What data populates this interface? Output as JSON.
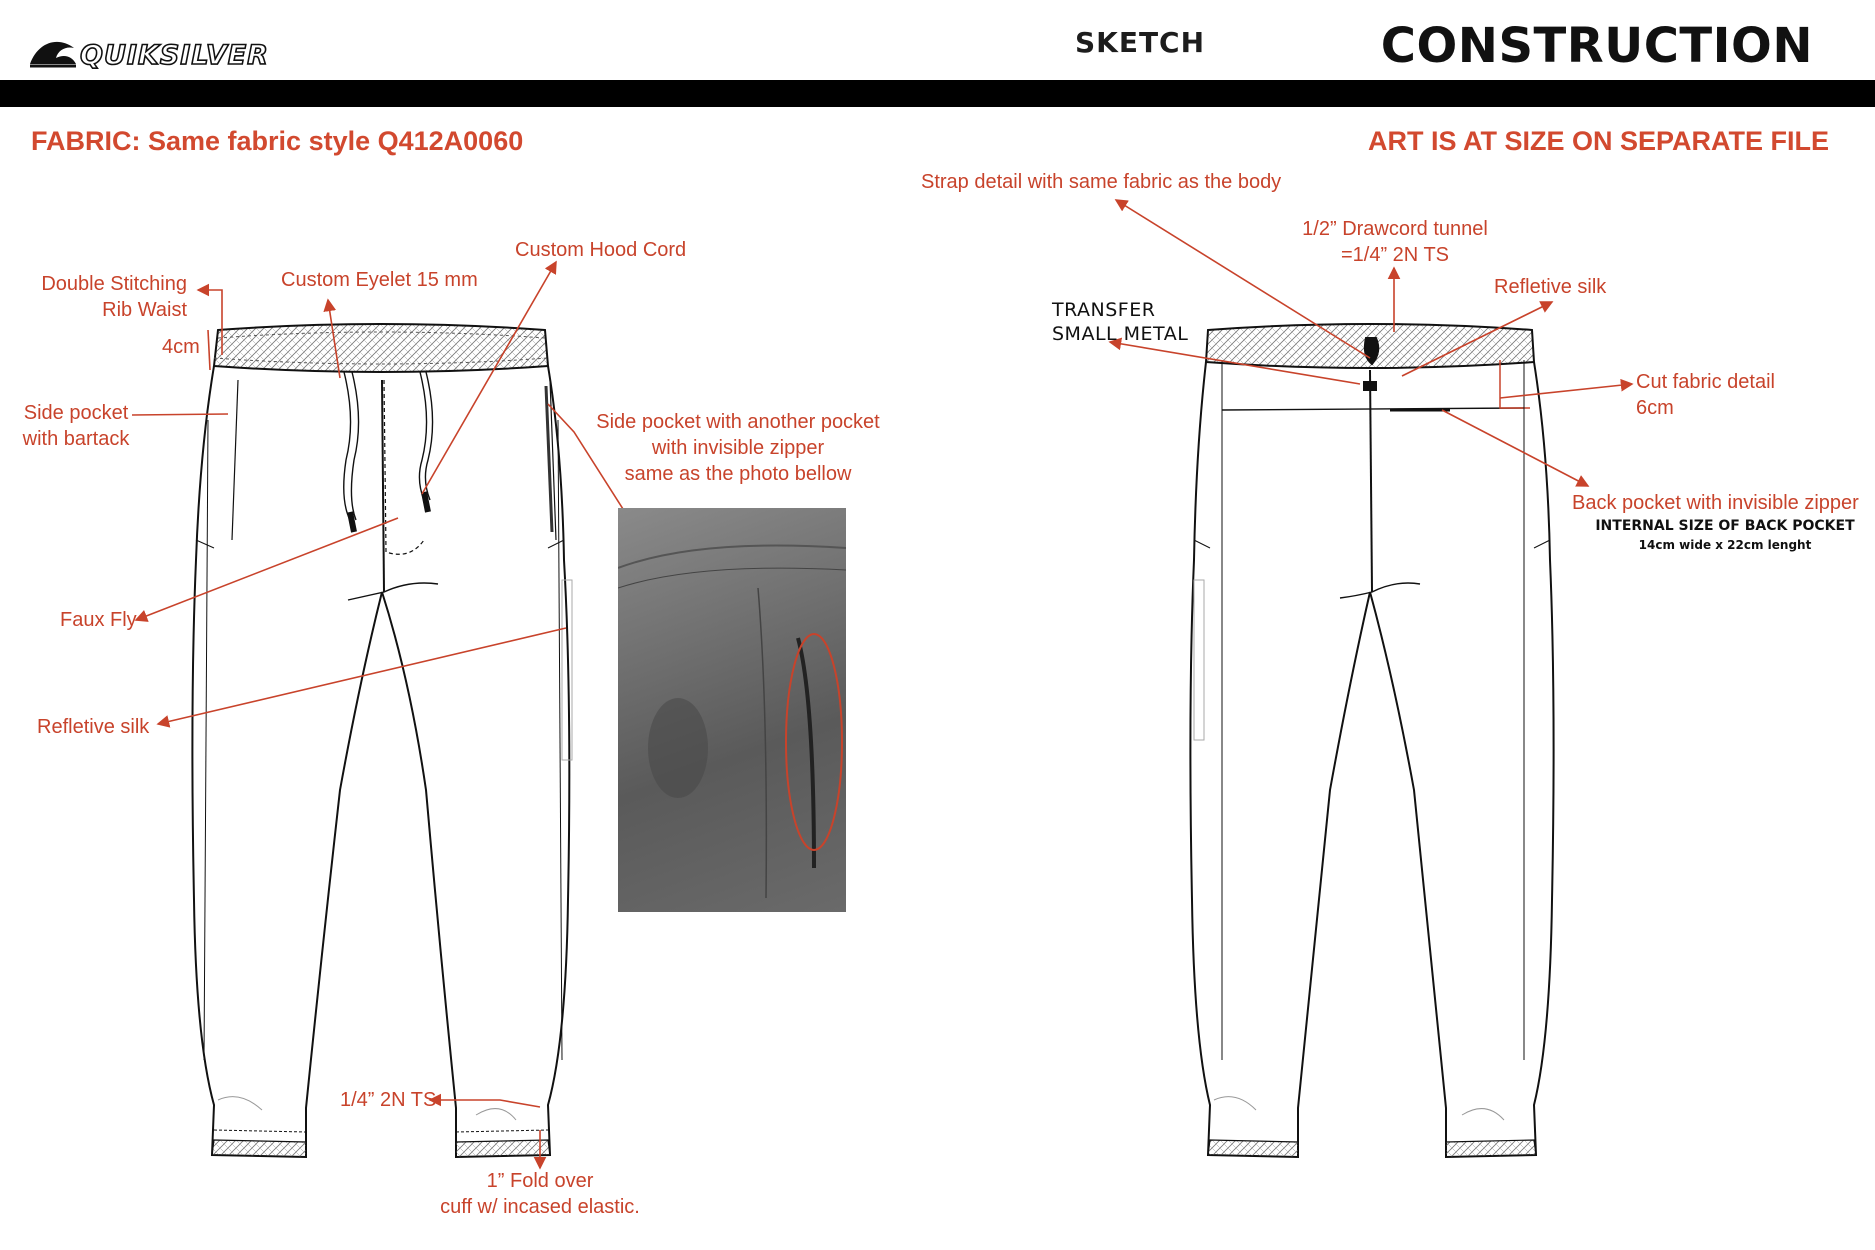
{
  "header": {
    "brand": "QUIKSILVER",
    "section": "SKETCH",
    "title": "CONSTRUCTION"
  },
  "fabric_note": "FABRIC: Same fabric style Q412A0060",
  "art_note": "ART IS AT SIZE ON SEPARATE FILE",
  "front_callouts": {
    "double_stitching_line1": "Double Stitching",
    "double_stitching_line2": "Rib Waist",
    "waist_height": "4cm",
    "eyelet": "Custom Eyelet 15 mm",
    "hood_cord": "Custom Hood Cord",
    "side_pocket_line1": "Side pocket",
    "side_pocket_line2": "with bartack",
    "side_zip_pocket_line1": "Side pocket with another pocket",
    "side_zip_pocket_line2": "with invisible zipper",
    "side_zip_pocket_line3": "same as the photo bellow",
    "faux_fly": "Faux Fly",
    "reflective_silk": "Refletive silk",
    "stitch": "1/4” 2N TS",
    "cuff_line1": "1” Fold over",
    "cuff_line2": "cuff w/ incased elastic."
  },
  "back_callouts": {
    "strap": "Strap detail with same fabric as the body",
    "drawcord_line1": "1/2” Drawcord tunnel",
    "drawcord_line2": "=1/4” 2N TS",
    "reflective_silk": "Refletive silk",
    "transfer_line1": "TRANSFER",
    "transfer_line2": "SMALL METAL",
    "cut_fabric_line1": "Cut fabric detail",
    "cut_fabric_line2": "6cm",
    "back_pocket": "Back pocket with invisible zipper",
    "back_pocket_size_title": "INTERNAL SIZE OF BACK POCKET",
    "back_pocket_size": "14cm wide x 22cm lenght"
  },
  "colors": {
    "callout_red": "#c8432b",
    "header_bar": "#000000"
  }
}
